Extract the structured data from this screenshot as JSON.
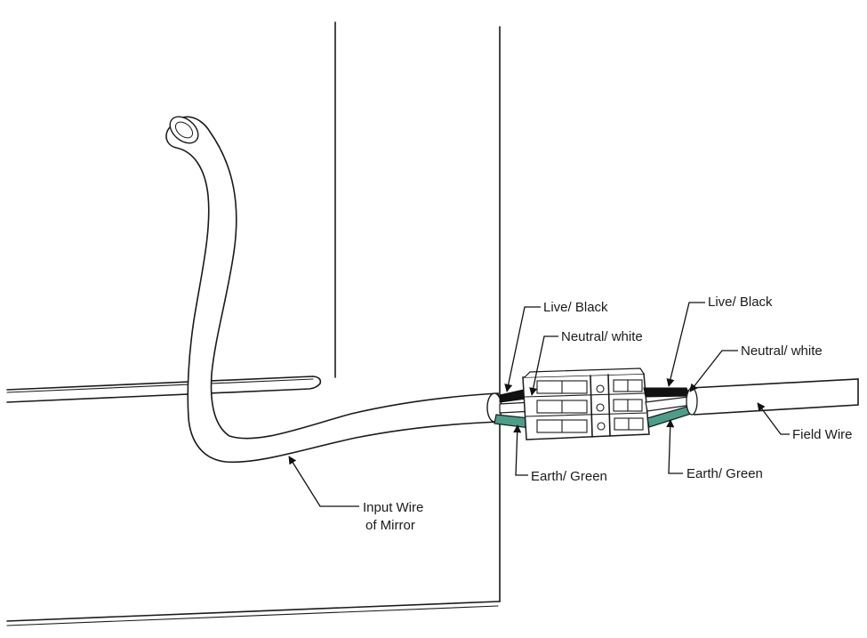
{
  "labels": {
    "live_left": "Live/ Black",
    "neutral_left": "Neutral/ white",
    "earth_left": "Earth/ Green",
    "live_right": "Live/ Black",
    "neutral_right": "Neutral/ white",
    "earth_right": "Earth/ Green",
    "field_wire": "Field Wire",
    "input_wire_line1": "Input Wire",
    "input_wire_line2": "of Mirror"
  },
  "colors": {
    "live": "#111111",
    "neutral": "#ffffff",
    "earth": "#4a9e8a",
    "line": "#1a1a1a",
    "background": "#ffffff"
  }
}
